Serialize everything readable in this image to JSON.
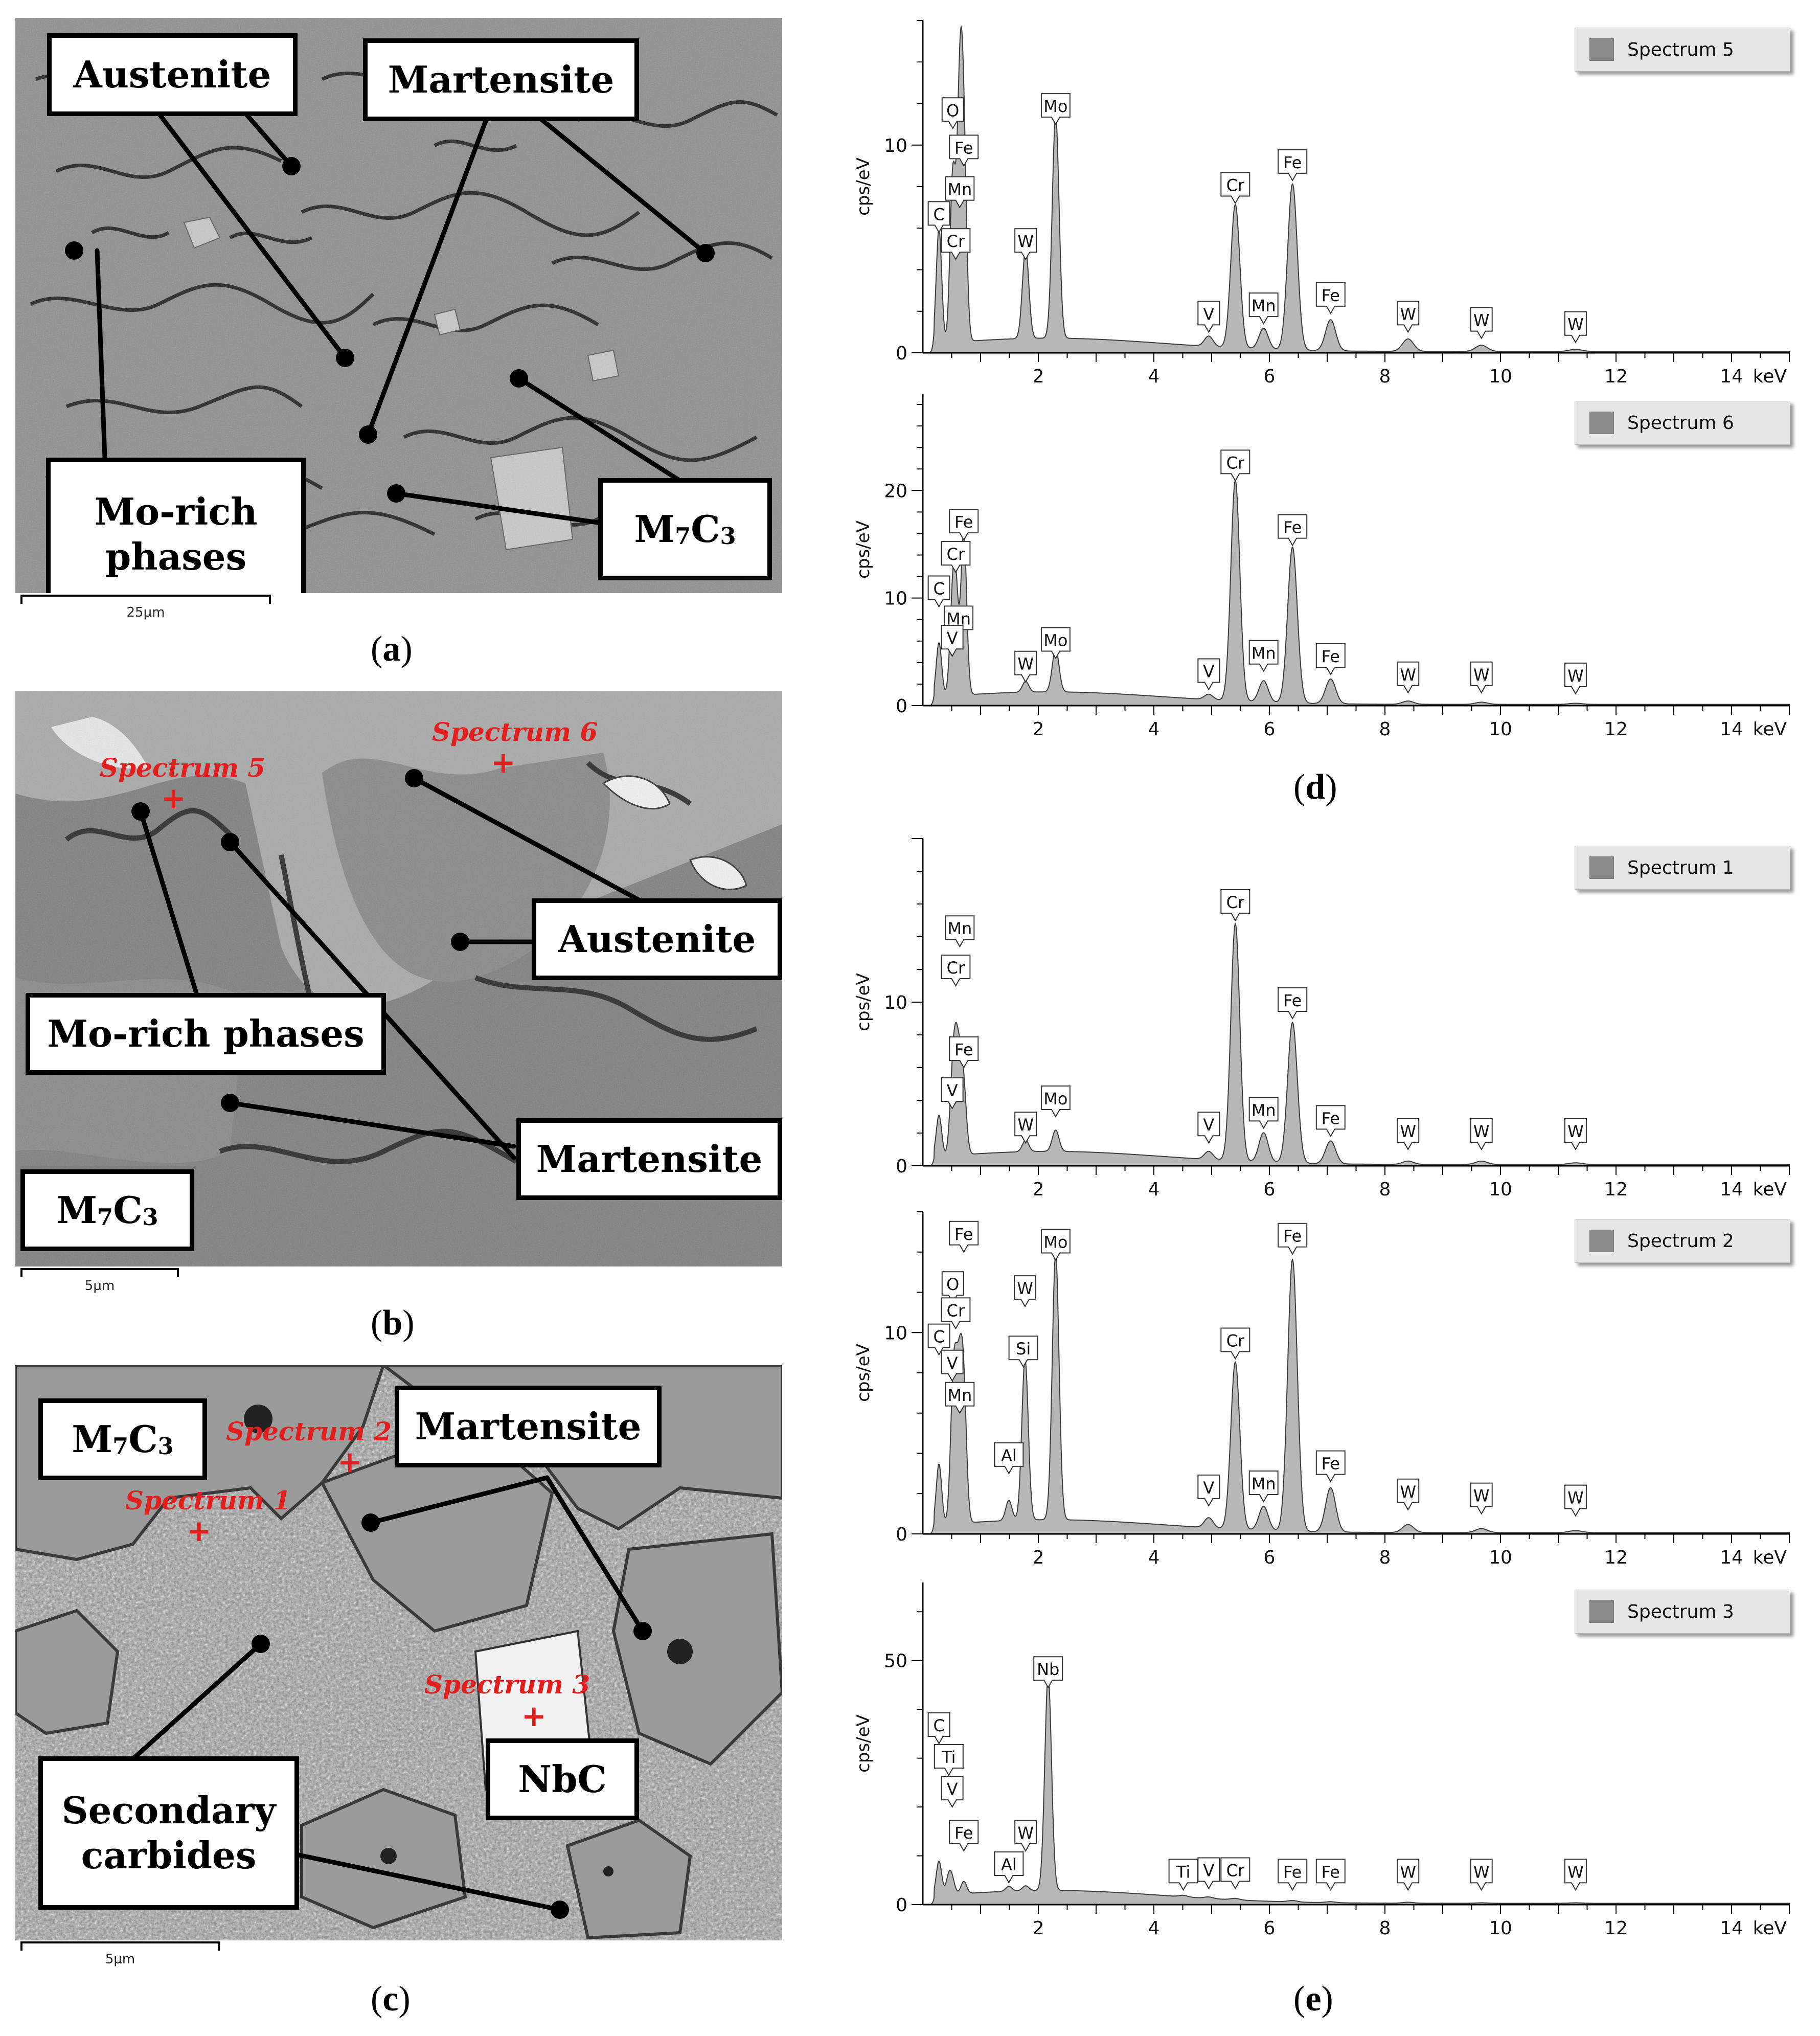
{
  "captions": {
    "a": "a",
    "b": "b",
    "c": "c",
    "d": "d",
    "e": "e"
  },
  "panel_a": {
    "labels": {
      "austenite": "Austenite",
      "martensite": "Martensite",
      "mo_rich_1": "Mo-rich",
      "mo_rich_2": "phases",
      "m7c3_main": "M",
      "m7c3_sub1": "7",
      "m7c3_c": "C",
      "m7c3_sub2": "3"
    },
    "scale": "25µm"
  },
  "panel_b": {
    "labels": {
      "austenite": "Austenite",
      "mo_rich": "Mo-rich phases",
      "martensite": "Martensite",
      "m7c3_main": "M",
      "m7c3_sub1": "7",
      "m7c3_c": "C",
      "m7c3_sub2": "3"
    },
    "spectra": {
      "s5": "Spectrum 5",
      "s6": "Spectrum 6"
    },
    "plus": "+",
    "scale": "5µm"
  },
  "panel_c": {
    "labels": {
      "martensite": "Martensite",
      "nbc": "NbC",
      "secondary_1": "Secondary",
      "secondary_2": "carbides",
      "m7c3_main": "M",
      "m7c3_sub1": "7",
      "m7c3_c": "C",
      "m7c3_sub2": "3"
    },
    "spectra": {
      "s1": "Spectrum 1",
      "s2": "Spectrum 2",
      "s3": "Spectrum 3"
    },
    "plus": "+",
    "scale": "5µm"
  },
  "chart_data": [
    {
      "type": "area",
      "legend": "Spectrum 5",
      "ylabel": "cps/eV",
      "xunit": "keV",
      "xlim": [
        0,
        15
      ],
      "ylim": [
        0,
        16
      ],
      "xticks": [
        2,
        4,
        6,
        8,
        10,
        12,
        14
      ],
      "yticks": [
        0,
        10
      ],
      "peaks": [
        {
          "x": 0.28,
          "y": 5.5
        },
        {
          "x": 0.52,
          "y": 8.0
        },
        {
          "x": 0.64,
          "y": 10.8
        },
        {
          "x": 0.71,
          "y": 8.5
        },
        {
          "x": 1.78,
          "y": 4.3
        },
        {
          "x": 2.3,
          "y": 10.7
        },
        {
          "x": 4.95,
          "y": 0.5
        },
        {
          "x": 5.41,
          "y": 6.9
        },
        {
          "x": 5.9,
          "y": 1.0
        },
        {
          "x": 6.4,
          "y": 8.0
        },
        {
          "x": 7.06,
          "y": 1.5
        },
        {
          "x": 8.4,
          "y": 0.6
        },
        {
          "x": 9.67,
          "y": 0.3
        },
        {
          "x": 11.3,
          "y": 0.1
        }
      ],
      "annotations": [
        {
          "text": "O",
          "x": 0.52,
          "y": 10.8
        },
        {
          "text": "Fe",
          "x": 0.71,
          "y": 9.0
        },
        {
          "text": "Mn",
          "x": 0.64,
          "y": 7.0
        },
        {
          "text": "C",
          "x": 0.28,
          "y": 5.8
        },
        {
          "text": "Cr",
          "x": 0.57,
          "y": 4.5
        },
        {
          "text": "W",
          "x": 1.78,
          "y": 4.5
        },
        {
          "text": "Mo",
          "x": 2.3,
          "y": 11.0
        },
        {
          "text": "Cr",
          "x": 5.41,
          "y": 7.2
        },
        {
          "text": "Fe",
          "x": 6.4,
          "y": 8.3
        },
        {
          "text": "V",
          "x": 4.95,
          "y": 1.0
        },
        {
          "text": "Mn",
          "x": 5.9,
          "y": 1.4
        },
        {
          "text": "Fe",
          "x": 7.06,
          "y": 1.9
        },
        {
          "text": "W",
          "x": 8.4,
          "y": 1.0
        },
        {
          "text": "W",
          "x": 9.67,
          "y": 0.7
        },
        {
          "text": "W",
          "x": 11.3,
          "y": 0.5
        }
      ]
    },
    {
      "type": "area",
      "legend": "Spectrum 6",
      "ylabel": "cps/eV",
      "xunit": "keV",
      "xlim": [
        0,
        15
      ],
      "ylim": [
        0,
        29
      ],
      "xticks": [
        2,
        4,
        6,
        8,
        10,
        12,
        14
      ],
      "yticks": [
        0,
        10,
        20
      ],
      "peaks": [
        {
          "x": 0.28,
          "y": 5.0
        },
        {
          "x": 0.51,
          "y": 6.5
        },
        {
          "x": 0.57,
          "y": 9.0
        },
        {
          "x": 0.71,
          "y": 15.0
        },
        {
          "x": 1.78,
          "y": 1.0
        },
        {
          "x": 2.3,
          "y": 4.0
        },
        {
          "x": 4.95,
          "y": 0.5
        },
        {
          "x": 5.41,
          "y": 20.5
        },
        {
          "x": 5.9,
          "y": 2.0
        },
        {
          "x": 6.4,
          "y": 14.5
        },
        {
          "x": 7.06,
          "y": 2.3
        },
        {
          "x": 8.4,
          "y": 0.3
        },
        {
          "x": 9.67,
          "y": 0.2
        },
        {
          "x": 11.3,
          "y": 0.1
        }
      ],
      "annotations": [
        {
          "text": "Fe",
          "x": 0.71,
          "y": 15.4
        },
        {
          "text": "Cr",
          "x": 0.57,
          "y": 12.4
        },
        {
          "text": "C",
          "x": 0.28,
          "y": 9.2
        },
        {
          "text": "Mn",
          "x": 0.62,
          "y": 6.4
        },
        {
          "text": "V",
          "x": 0.51,
          "y": 4.6
        },
        {
          "text": "W",
          "x": 1.78,
          "y": 2.2
        },
        {
          "text": "Mo",
          "x": 2.3,
          "y": 4.4
        },
        {
          "text": "Cr",
          "x": 5.41,
          "y": 20.9
        },
        {
          "text": "Fe",
          "x": 6.4,
          "y": 14.9
        },
        {
          "text": "V",
          "x": 4.95,
          "y": 1.5
        },
        {
          "text": "Mn",
          "x": 5.9,
          "y": 3.2
        },
        {
          "text": "Fe",
          "x": 7.06,
          "y": 2.9
        },
        {
          "text": "W",
          "x": 8.4,
          "y": 1.2
        },
        {
          "text": "W",
          "x": 9.67,
          "y": 1.2
        },
        {
          "text": "W",
          "x": 11.3,
          "y": 1.1
        }
      ]
    },
    {
      "type": "area",
      "legend": "Spectrum 1",
      "ylabel": "cps/eV",
      "xunit": "keV",
      "xlim": [
        0,
        15
      ],
      "ylim": [
        0,
        20
      ],
      "xticks": [
        2,
        4,
        6,
        8,
        10,
        12,
        14
      ],
      "yticks": [
        0,
        10
      ],
      "peaks": [
        {
          "x": 0.28,
          "y": 2.5
        },
        {
          "x": 0.51,
          "y": 3.5
        },
        {
          "x": 0.57,
          "y": 5.0
        },
        {
          "x": 0.64,
          "y": 4.0
        },
        {
          "x": 0.71,
          "y": 3.5
        },
        {
          "x": 1.78,
          "y": 0.7
        },
        {
          "x": 2.3,
          "y": 1.3
        },
        {
          "x": 4.95,
          "y": 0.5
        },
        {
          "x": 5.41,
          "y": 14.5
        },
        {
          "x": 5.9,
          "y": 1.8
        },
        {
          "x": 6.4,
          "y": 8.6
        },
        {
          "x": 7.06,
          "y": 1.4
        },
        {
          "x": 8.4,
          "y": 0.2
        },
        {
          "x": 9.67,
          "y": 0.2
        },
        {
          "x": 11.3,
          "y": 0.1
        }
      ],
      "annotations": [
        {
          "text": "Mn",
          "x": 0.64,
          "y": 13.4
        },
        {
          "text": "Cr",
          "x": 0.57,
          "y": 11.0
        },
        {
          "text": "Fe",
          "x": 0.71,
          "y": 6.0
        },
        {
          "text": "V",
          "x": 0.51,
          "y": 3.5
        },
        {
          "text": "W",
          "x": 1.78,
          "y": 1.4
        },
        {
          "text": "Mo",
          "x": 2.3,
          "y": 3.0
        },
        {
          "text": "Cr",
          "x": 5.41,
          "y": 15.0
        },
        {
          "text": "Fe",
          "x": 6.4,
          "y": 9.0
        },
        {
          "text": "V",
          "x": 4.95,
          "y": 1.4
        },
        {
          "text": "Mn",
          "x": 5.9,
          "y": 2.3
        },
        {
          "text": "Fe",
          "x": 7.06,
          "y": 1.8
        },
        {
          "text": "W",
          "x": 8.4,
          "y": 1.0
        },
        {
          "text": "W",
          "x": 9.67,
          "y": 1.0
        },
        {
          "text": "W",
          "x": 11.3,
          "y": 1.0
        }
      ]
    },
    {
      "type": "area",
      "legend": "Spectrum 2",
      "ylabel": "cps/eV",
      "xunit": "keV",
      "xlim": [
        0,
        15
      ],
      "ylim": [
        0,
        16
      ],
      "xticks": [
        2,
        4,
        6,
        8,
        10,
        12,
        14
      ],
      "yticks": [
        0,
        10
      ],
      "peaks": [
        {
          "x": 0.28,
          "y": 3.0
        },
        {
          "x": 0.52,
          "y": 5.0
        },
        {
          "x": 0.57,
          "y": 4.0
        },
        {
          "x": 0.64,
          "y": 5.5
        },
        {
          "x": 0.71,
          "y": 6.0
        },
        {
          "x": 1.49,
          "y": 1.0
        },
        {
          "x": 1.77,
          "y": 8.0
        },
        {
          "x": 2.3,
          "y": 13.2
        },
        {
          "x": 4.95,
          "y": 0.5
        },
        {
          "x": 5.41,
          "y": 8.3
        },
        {
          "x": 5.9,
          "y": 1.2
        },
        {
          "x": 6.4,
          "y": 13.5
        },
        {
          "x": 7.06,
          "y": 2.2
        },
        {
          "x": 8.4,
          "y": 0.4
        },
        {
          "x": 9.67,
          "y": 0.2
        },
        {
          "x": 11.3,
          "y": 0.1
        }
      ],
      "annotations": [
        {
          "text": "Fe",
          "x": 0.71,
          "y": 14.0
        },
        {
          "text": "O",
          "x": 0.52,
          "y": 11.5
        },
        {
          "text": "Cr",
          "x": 0.57,
          "y": 10.2
        },
        {
          "text": "C",
          "x": 0.28,
          "y": 8.9
        },
        {
          "text": "V",
          "x": 0.51,
          "y": 7.6
        },
        {
          "text": "Mn",
          "x": 0.64,
          "y": 6.0
        },
        {
          "text": "Al",
          "x": 1.49,
          "y": 3.0
        },
        {
          "text": "W",
          "x": 1.77,
          "y": 11.3
        },
        {
          "text": "Si",
          "x": 1.74,
          "y": 8.3
        },
        {
          "text": "Mo",
          "x": 2.3,
          "y": 13.6
        },
        {
          "text": "Cr",
          "x": 5.41,
          "y": 8.7
        },
        {
          "text": "Fe",
          "x": 6.4,
          "y": 13.9
        },
        {
          "text": "V",
          "x": 4.95,
          "y": 1.4
        },
        {
          "text": "Mn",
          "x": 5.9,
          "y": 1.6
        },
        {
          "text": "Fe",
          "x": 7.06,
          "y": 2.6
        },
        {
          "text": "W",
          "x": 8.4,
          "y": 1.2
        },
        {
          "text": "W",
          "x": 9.67,
          "y": 1.0
        },
        {
          "text": "W",
          "x": 11.3,
          "y": 0.9
        }
      ]
    },
    {
      "type": "area",
      "legend": "Spectrum 3",
      "ylabel": "cps/eV",
      "xunit": "keV",
      "xlim": [
        0,
        15
      ],
      "ylim": [
        0,
        66
      ],
      "xticks": [
        2,
        4,
        6,
        8,
        10,
        12,
        14
      ],
      "yticks": [
        0,
        50
      ],
      "peaks": [
        {
          "x": 0.28,
          "y": 7.0
        },
        {
          "x": 0.45,
          "y": 3.5
        },
        {
          "x": 0.51,
          "y": 2.5
        },
        {
          "x": 0.71,
          "y": 2.5
        },
        {
          "x": 1.49,
          "y": 1.0
        },
        {
          "x": 1.78,
          "y": 1.0
        },
        {
          "x": 2.17,
          "y": 44.0
        },
        {
          "x": 4.51,
          "y": 0.3
        },
        {
          "x": 4.95,
          "y": 0.3
        },
        {
          "x": 5.41,
          "y": 0.3
        },
        {
          "x": 6.4,
          "y": 0.3
        },
        {
          "x": 7.06,
          "y": 0.2
        },
        {
          "x": 8.4,
          "y": 0.2
        },
        {
          "x": 9.67,
          "y": 0.1
        },
        {
          "x": 11.3,
          "y": 0.1
        }
      ],
      "annotations": [
        {
          "text": "C",
          "x": 0.28,
          "y": 33.0
        },
        {
          "text": "Ti",
          "x": 0.45,
          "y": 26.5
        },
        {
          "text": "V",
          "x": 0.51,
          "y": 20.0
        },
        {
          "text": "Fe",
          "x": 0.71,
          "y": 11.0
        },
        {
          "text": "Al",
          "x": 1.49,
          "y": 4.5
        },
        {
          "text": "W",
          "x": 1.78,
          "y": 11.0
        },
        {
          "text": "Nb",
          "x": 2.17,
          "y": 44.5
        },
        {
          "text": "Ti",
          "x": 4.51,
          "y": 3.0
        },
        {
          "text": "V",
          "x": 4.95,
          "y": 3.3
        },
        {
          "text": "Cr",
          "x": 5.41,
          "y": 3.3
        },
        {
          "text": "Fe",
          "x": 6.4,
          "y": 3.0
        },
        {
          "text": "Fe",
          "x": 7.06,
          "y": 3.0
        },
        {
          "text": "W",
          "x": 8.4,
          "y": 3.0
        },
        {
          "text": "W",
          "x": 9.67,
          "y": 3.0
        },
        {
          "text": "W",
          "x": 11.3,
          "y": 3.0
        }
      ]
    }
  ]
}
